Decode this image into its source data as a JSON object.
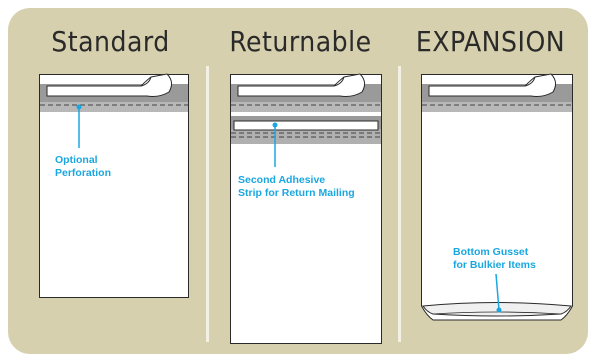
{
  "titles": {
    "standard": "Standard",
    "returnable": "Returnable",
    "expansion": "EXPANSION"
  },
  "callouts": {
    "standard_line1": "Optional",
    "standard_line2": "Perforation",
    "returnable_line1": "Second Adhesive",
    "returnable_line2": "Strip for Return Mailing",
    "expansion_line1": "Bottom Gusset",
    "expansion_line2": "for Bulkier Items"
  },
  "colors": {
    "panel": "#d6d0ae",
    "callout": "#1aa7e0",
    "strip": "#9a9a9a",
    "outline": "#2a2a2a"
  }
}
